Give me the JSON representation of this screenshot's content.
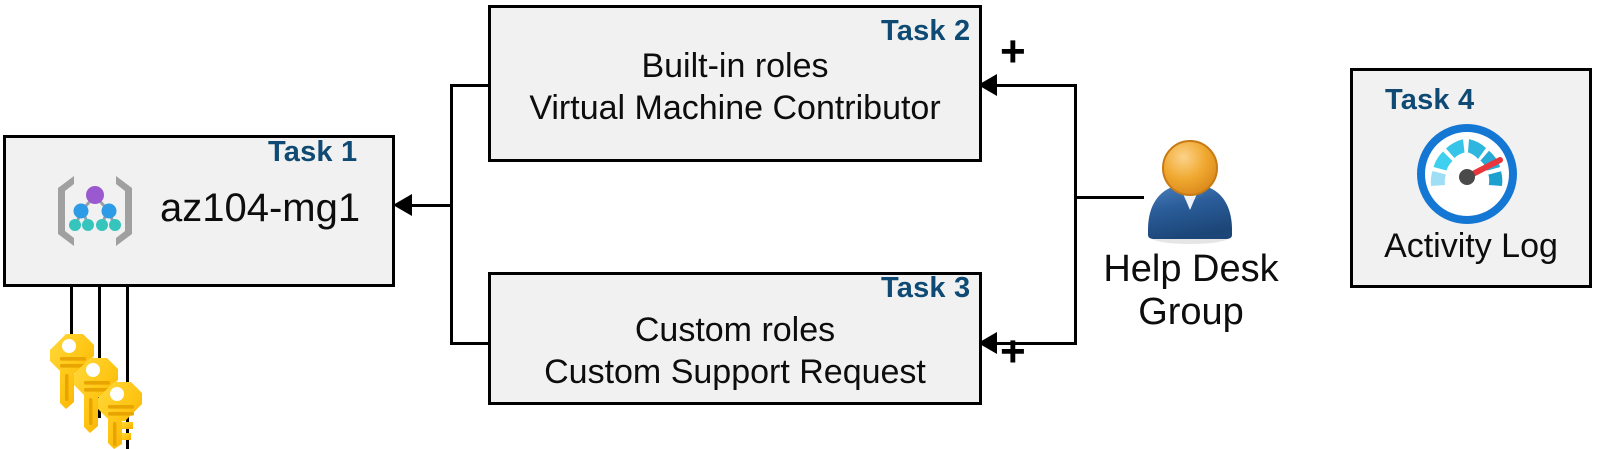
{
  "diagram": {
    "title": "Azure RBAC assignment diagram",
    "background": "#FFFFFF",
    "accent_color": "#0E4A73",
    "box_fill": "#F1F1F1",
    "box_border": "#000000"
  },
  "tasks": [
    {
      "id": "task1",
      "label": "Task 1",
      "title": "az104-mg1",
      "icon": "management-group-icon"
    },
    {
      "id": "task2",
      "label": "Task 2",
      "line1": "Built-in roles",
      "line2": "Virtual Machine Contributor"
    },
    {
      "id": "task3",
      "label": "Task 3",
      "line1": "Custom roles",
      "line2": "Custom Support Request"
    },
    {
      "id": "task4",
      "label": "Task 4",
      "title": "Activity Log",
      "icon": "activity-log-gauge-icon"
    }
  ],
  "actor": {
    "name": "help-desk-group",
    "line1": "Help Desk",
    "line2": "Group",
    "icon": "user-group-icon"
  },
  "operators": {
    "plus_task2": "+",
    "plus_task3": "+"
  },
  "keys": {
    "icon": "keys-icon",
    "count": 3
  },
  "connectors": [
    {
      "name": "helpdesk-to-task2",
      "from": "help-desk-group",
      "to": "task2",
      "symbol": "+"
    },
    {
      "name": "helpdesk-to-task3",
      "from": "help-desk-group",
      "to": "task3",
      "symbol": "+"
    },
    {
      "name": "roles-to-task1",
      "from": "roles-junction",
      "to": "task1"
    },
    {
      "name": "keys-to-task1",
      "from": "keys",
      "to": "task1",
      "arrows": 3
    }
  ]
}
